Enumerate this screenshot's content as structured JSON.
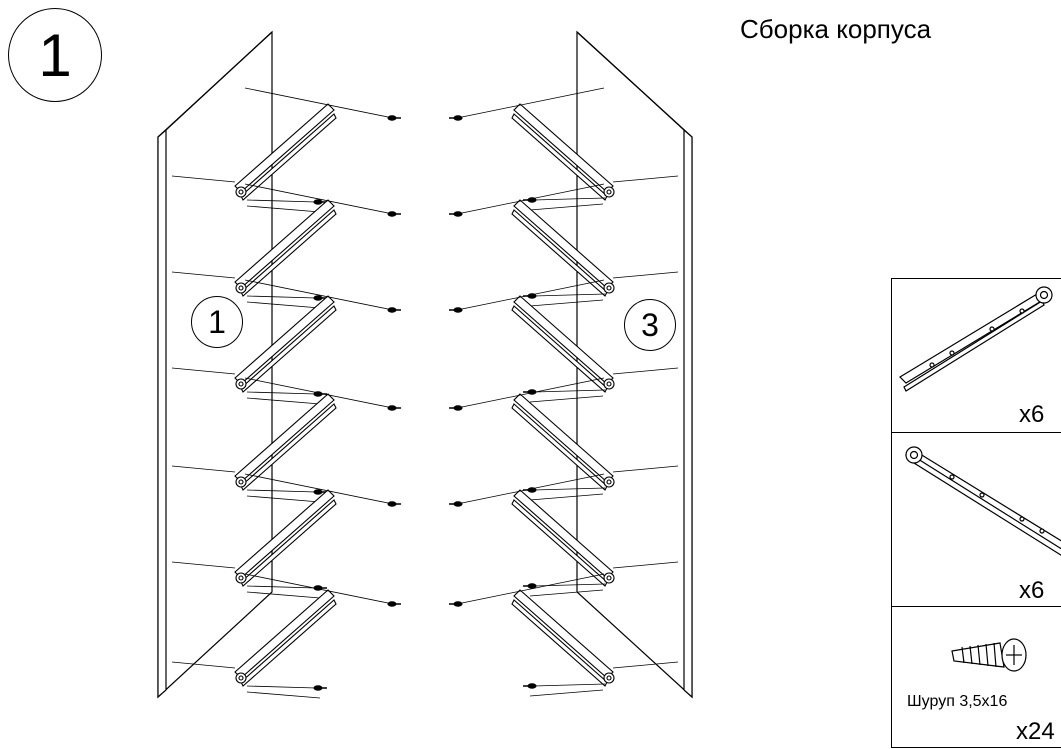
{
  "step": {
    "number": "1"
  },
  "title": "Сборка корпуса",
  "panels": [
    {
      "label": "1",
      "side": "left"
    },
    {
      "label": "3",
      "side": "right"
    }
  ],
  "parts_list": [
    {
      "icon": "drawer-slide-right-icon",
      "quantity": "x6"
    },
    {
      "icon": "drawer-slide-left-icon",
      "quantity": "x6"
    },
    {
      "icon": "screw-icon",
      "name": "Шуруп 3,5х16",
      "quantity": "x24"
    }
  ]
}
